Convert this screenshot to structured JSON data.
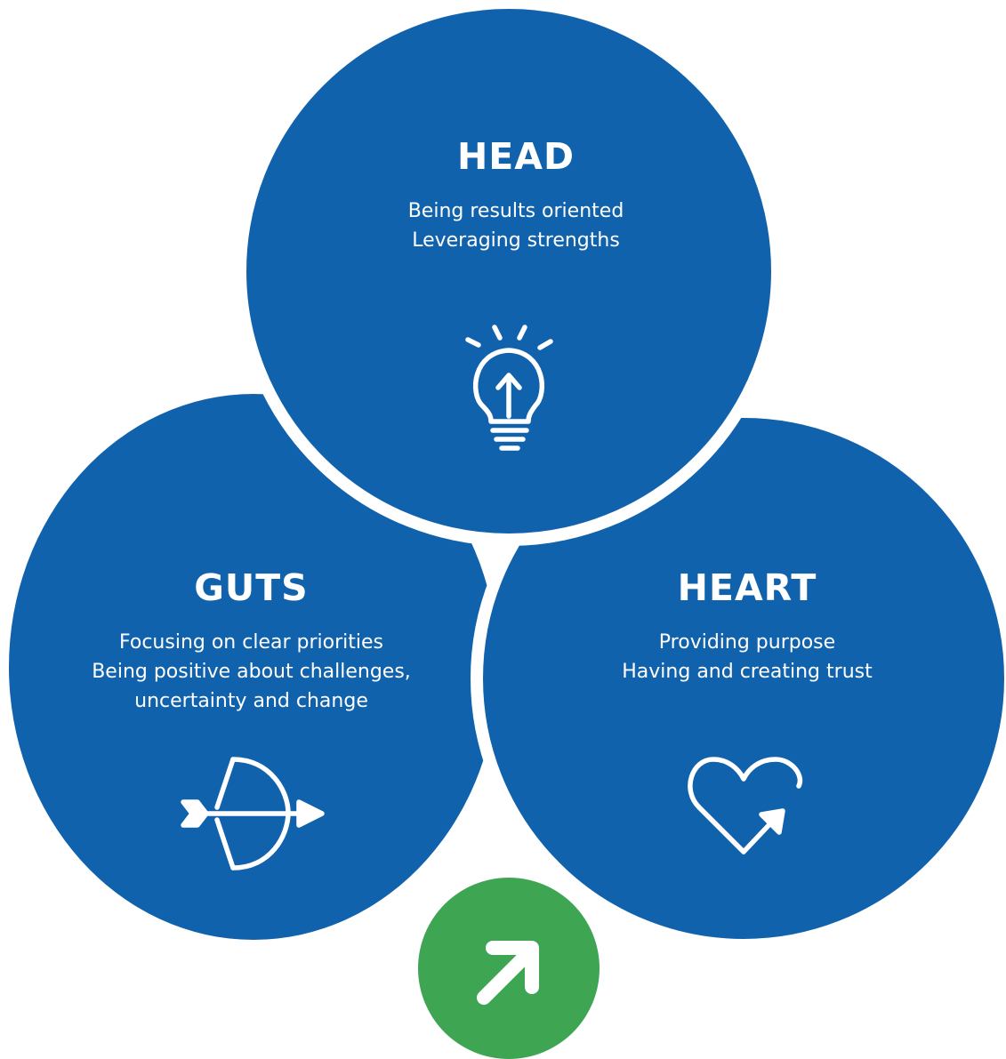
{
  "colors": {
    "circle_blue": "#1162ac",
    "accent_green": "#3ea653",
    "text": "#ffffff",
    "background": "#ffffff"
  },
  "head": {
    "title": "HEAD",
    "lines": [
      "Being results oriented",
      "Leveraging strengths"
    ],
    "icon": "lightbulb-arrow-icon"
  },
  "guts": {
    "title": "GUTS",
    "lines": [
      "Focusing on clear priorities",
      "Being positive about challenges,",
      "uncertainty and change"
    ],
    "icon": "bow-arrow-icon"
  },
  "heart": {
    "title": "HEART",
    "lines": [
      "Providing purpose",
      "Having and creating trust"
    ],
    "icon": "heart-arrow-icon"
  },
  "center": {
    "icon": "diagonal-up-arrow-icon"
  }
}
